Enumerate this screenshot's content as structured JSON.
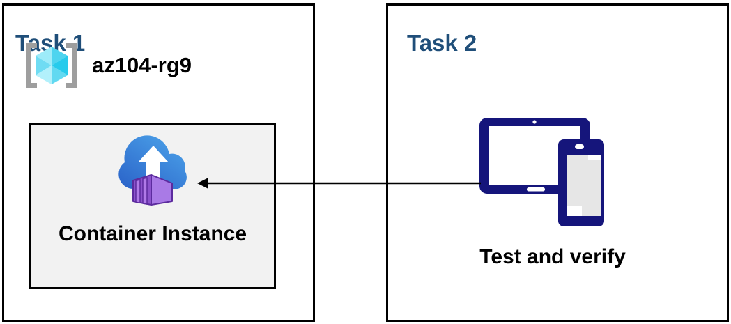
{
  "task1": {
    "title": "Task 1",
    "resource_group_name": "az104-rg9",
    "container_label": "Container Instance"
  },
  "task2": {
    "title": "Task 2",
    "device_label": "Test and verify"
  },
  "icons": {
    "resource_group": "resource-group-icon",
    "container_instance": "container-instance-icon",
    "devices": "tablet-and-phone-icon",
    "connector": "left-arrow-connector"
  },
  "colors": {
    "title_blue": "#1F4E79",
    "text_black": "#000000",
    "box_border": "#000000",
    "inner_box_fill": "#F2F2F2",
    "bracket_gray": "#9E9E9E",
    "cube_1": "#9DEBF9",
    "cube_2": "#4ED4EF",
    "cube_3": "#6FDCF3",
    "cube_4": "#B2F0FB",
    "cube_5": "#27CBEC",
    "cube_6": "#62D9F1",
    "cloud_light": "#4AA0E8",
    "cloud_dark": "#2A62C8",
    "container_front": "#8B52CC",
    "container_side": "#A97AE6",
    "container_stripe": "#B07AE8",
    "container_edge": "#5C2B9E",
    "device_navy": "#15157B",
    "phone_screen": "#E6E6E6",
    "arrow_black": "#000000"
  }
}
